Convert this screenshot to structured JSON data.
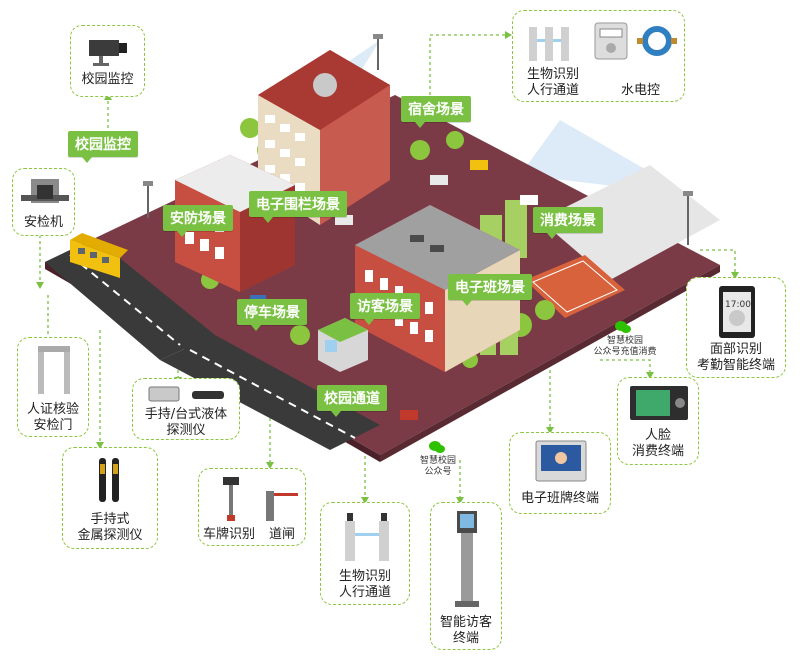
{
  "colors": {
    "accent": "#7ac143",
    "dash": "#8cc63f",
    "road": "#3a3a3a",
    "ground": "#7b3b46",
    "building_red": "#b8413a",
    "building_beige": "#e7d6b8"
  },
  "scene_labels": {
    "campus_monitor": "校园监控",
    "dorm": "宿舍场景",
    "security": "安防场景",
    "fence": "电子围栏场景",
    "consume": "消费场景",
    "parking": "停车场景",
    "visitor": "访客场景",
    "class_board": "电子班场景",
    "passage": "校园通道"
  },
  "device_captions": {
    "monitor": "校园监控",
    "bio_gate_top": "生物识别\n人行通道",
    "water_power": "水电控",
    "xray": "安检机",
    "id_door": "人证核验\n安检门",
    "liquid_detector": "手持/台式液体\n探测仪",
    "metal_detector": "手持式\n金属探测仪",
    "plate": "车牌识别",
    "barrier": "道闸",
    "bio_gate_bottom": "生物识别\n人行通道",
    "visitor_kiosk": "智能访客\n终端",
    "class_terminal": "电子班牌终端",
    "face_pay": "人脸\n消费终端",
    "face_attendance": "面部识别\n考勤智能终端"
  },
  "wechat": {
    "official_account": "智慧校园\n公众号",
    "recharge": "智慧校园\n公众号充值消费"
  },
  "screen_time": "17:00"
}
